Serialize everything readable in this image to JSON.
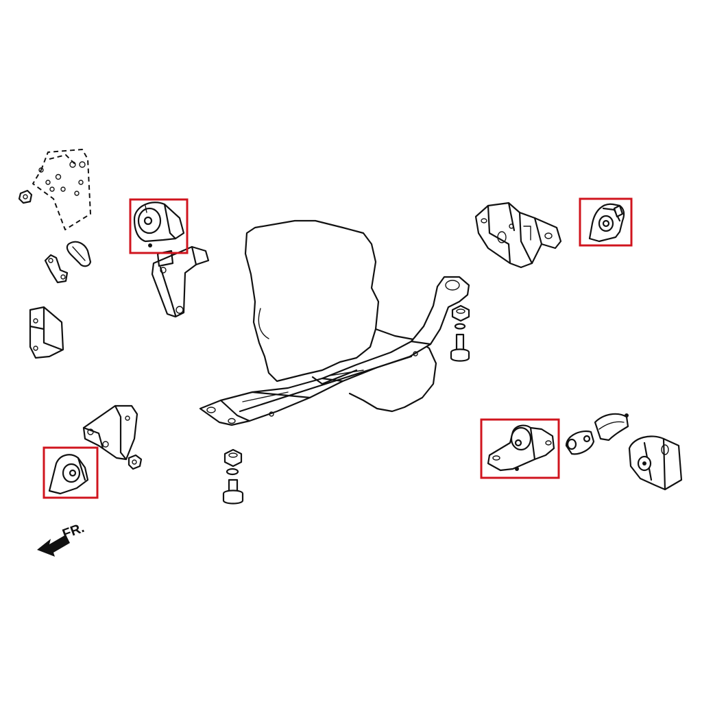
{
  "direction_label": "FR.",
  "colors": {
    "highlight": "#d0141e",
    "line": "#111111",
    "background": "#ffffff"
  },
  "highlighted_parts": [
    "front-engine-mount",
    "rear-right-transmission-mount",
    "front-left-mount",
    "rear-engine-mount"
  ]
}
